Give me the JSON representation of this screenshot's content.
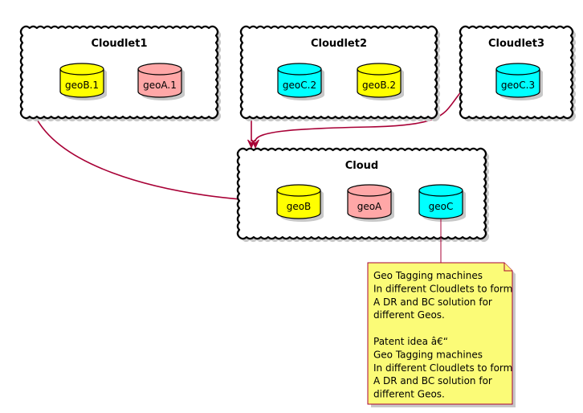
{
  "colors": {
    "yellow": "#ffff00",
    "pink": "#ffa7a7",
    "cyan": "#00ffff",
    "edge": "#a80036",
    "note_fill": "#fbfb77"
  },
  "clouds": [
    {
      "id": "cloudlet1",
      "title": "Cloudlet1",
      "databases": [
        {
          "label": "geoB.1",
          "color": "yellow"
        },
        {
          "label": "geoA.1",
          "color": "pink"
        }
      ]
    },
    {
      "id": "cloudlet2",
      "title": "Cloudlet2",
      "databases": [
        {
          "label": "geoC.2",
          "color": "cyan"
        },
        {
          "label": "geoB.2",
          "color": "yellow"
        }
      ]
    },
    {
      "id": "cloudlet3",
      "title": "Cloudlet3",
      "databases": [
        {
          "label": "geoC.3",
          "color": "cyan"
        }
      ]
    },
    {
      "id": "cloud",
      "title": "Cloud",
      "databases": [
        {
          "label": "geoB",
          "color": "yellow"
        },
        {
          "label": "geoA",
          "color": "pink"
        },
        {
          "label": "geoC",
          "color": "cyan"
        }
      ]
    }
  ],
  "edges": [
    {
      "from": "cloudlet1",
      "to": "cloud"
    },
    {
      "from": "cloudlet2",
      "to": "cloud"
    },
    {
      "from": "cloudlet3",
      "to": "cloud"
    }
  ],
  "note": {
    "attached_to": "geoC",
    "lines": [
      "Geo Tagging machines",
      "In different Cloudlets to form",
      "A DR and BC solution for",
      "different Geos.",
      "",
      "Patent idea â€“",
      "Geo Tagging machines",
      "In different Cloudlets to form",
      "A DR and BC solution for",
      "different Geos."
    ]
  }
}
